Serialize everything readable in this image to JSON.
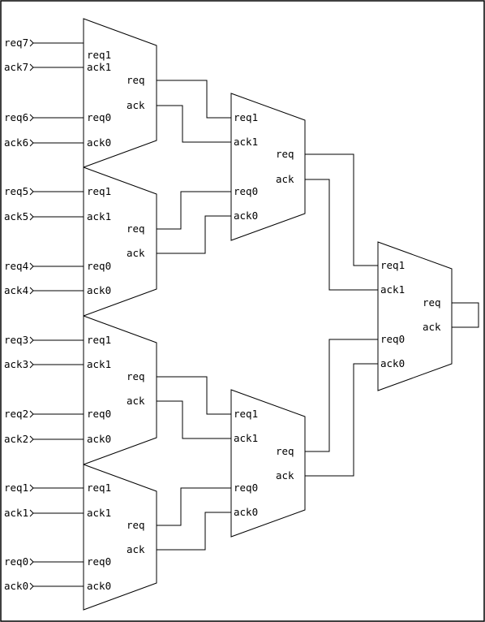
{
  "inputs": [
    {
      "label": "req7"
    },
    {
      "label": "ack7"
    },
    {
      "label": "req6"
    },
    {
      "label": "ack6"
    },
    {
      "label": "req5"
    },
    {
      "label": "ack5"
    },
    {
      "label": "req4"
    },
    {
      "label": "ack4"
    },
    {
      "label": "req3"
    },
    {
      "label": "ack3"
    },
    {
      "label": "req2"
    },
    {
      "label": "ack2"
    },
    {
      "label": "req1"
    },
    {
      "label": "ack1"
    },
    {
      "label": "req0"
    },
    {
      "label": "ack0"
    }
  ],
  "arbiter_ports": {
    "req1": "req1",
    "ack1": "ack1",
    "req0": "req0",
    "ack0": "ack0",
    "req": "req",
    "ack": "ack"
  },
  "colors": {
    "line": "#000000",
    "background": "#ffffff"
  }
}
